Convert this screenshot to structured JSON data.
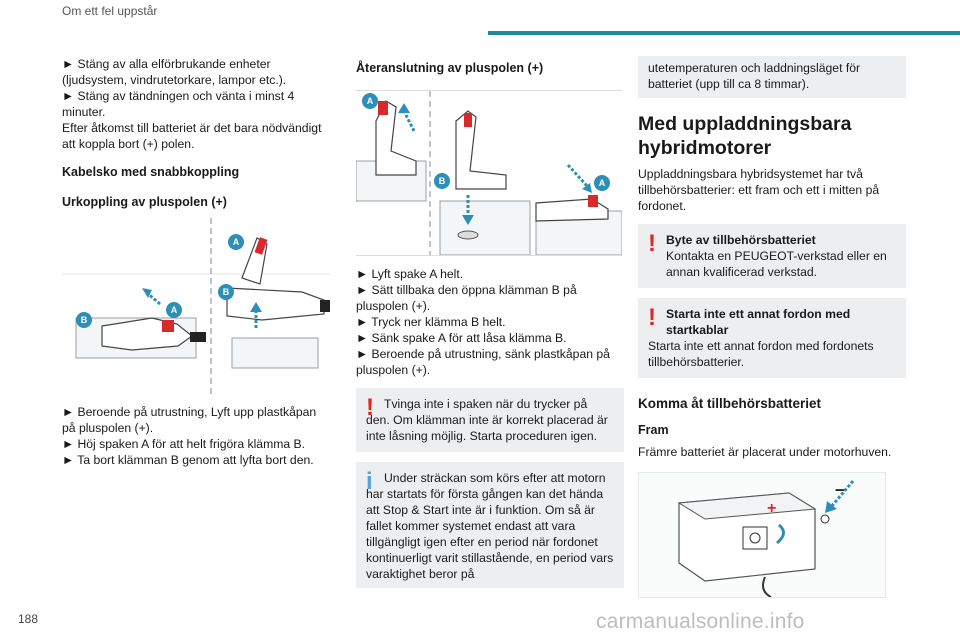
{
  "header": {
    "section": "Om ett fel uppstår"
  },
  "page_number": "188",
  "watermark": "carmanualsonline.info",
  "col1": {
    "intro": [
      "► Stäng av alla elförbrukande enheter (ljudsystem, vindrutetorkare, lampor etc.).",
      "► Stäng av tändningen och vänta i minst 4 minuter.",
      "Efter åtkomst till batteriet är det bara nödvändigt att koppla bort (+) polen."
    ],
    "heading1": "Kabelsko med snabbkoppling",
    "heading2": "Urkoppling av pluspolen (+)",
    "steps": [
      "► Beroende på utrustning, Lyft upp plastkåpan på pluspolen (+).",
      "► Höj spaken A för att helt frigöra klämma B.",
      "► Ta bort klämman B genom att lyfta bort den."
    ],
    "fig_labels": {
      "a": "A",
      "b": "B"
    }
  },
  "col2": {
    "heading": "Återanslutning av pluspolen (+)",
    "fig_labels": {
      "a": "A",
      "b": "B"
    },
    "steps": [
      "► Lyft spake A helt.",
      "► Sätt tillbaka den öppna klämman B på pluspolen (+).",
      "► Tryck ner klämma B helt.",
      "► Sänk spake A för att låsa klämma B.",
      "► Beroende på utrustning, sänk plastkåpan på pluspolen (+)."
    ],
    "warning": {
      "first": "Tvinga inte i spaken när du trycker på",
      "rest": "den. Om klämman inte är korrekt placerad är inte låsning möjlig. Starta proceduren igen."
    },
    "info": {
      "first": "Under sträckan som körs efter att motorn",
      "rest": "har startats för första gången kan det hända att Stop & Start inte är i funktion. Om så är fallet kommer systemet endast att vara tillgängligt igen efter en period när fordonet kontinuerligt varit stillastående, en period vars varaktighet beror på"
    }
  },
  "col3": {
    "continued": "utetemperaturen och laddningsläget för batteriet (upp till ca 8 timmar).",
    "heading_big": "Med uppladdningsbara hybridmotorer",
    "intro": "Uppladdningsbara hybridsystemet har två tillbehörsbatterier: ett fram och ett i mitten på fordonet.",
    "warn1": {
      "title": "Byte av tillbehörsbatteriet",
      "body": "Kontakta en PEUGEOT-verkstad eller en annan kvalificerad verkstad."
    },
    "warn2": {
      "title": "Starta inte ett annat fordon med startkablar",
      "body": "Starta inte ett annat fordon med fordonets tillbehörsbatterier."
    },
    "heading_mid": "Komma åt tillbehörsbatteriet",
    "sub": "Fram",
    "front_text": "Främre batteriet är placerat under motorhuven.",
    "fig_signs": {
      "minus": "–",
      "plus": "+"
    }
  },
  "colors": {
    "accent": "#1b8a9a",
    "badge": "#2d8fb8",
    "warning": "#e0261f",
    "info": "#5aa2d8",
    "note_bg": "#eceeef"
  }
}
